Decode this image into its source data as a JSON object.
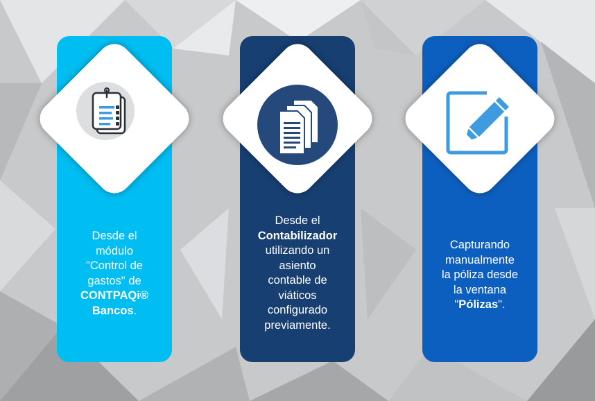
{
  "colors": {
    "card1": "#00bdf2",
    "card2": "#173f71",
    "card3": "#0d5fbf",
    "icon_accent": "#3f9be0"
  },
  "cards": [
    {
      "icon": "clipboard-checklist-icon",
      "lines": [
        {
          "t1": "Desde el"
        },
        {
          "t1": "módulo"
        },
        {
          "t1": "\"Control de"
        },
        {
          "t1": "gastos\" de"
        },
        {
          "b": "CONTPAQi®"
        },
        {
          "b": "Bancos",
          "t2": "."
        }
      ]
    },
    {
      "icon": "stacked-documents-icon",
      "lines": [
        {
          "t1": "Desde el"
        },
        {
          "b": "Contabilizador"
        },
        {
          "t1": "utilizando un"
        },
        {
          "t1": "asiento"
        },
        {
          "t1": "contable de"
        },
        {
          "t1": "viáticos"
        },
        {
          "t1": "configurado"
        },
        {
          "t1": "previamente."
        }
      ]
    },
    {
      "icon": "edit-pencil-icon",
      "lines": [
        {
          "t1": "Capturando"
        },
        {
          "t1": "manualmente"
        },
        {
          "t1": "la póliza desde"
        },
        {
          "t1": "la ventana"
        },
        {
          "t1": "\"",
          "b": "Pólizas",
          "t2": "\"."
        }
      ]
    }
  ]
}
